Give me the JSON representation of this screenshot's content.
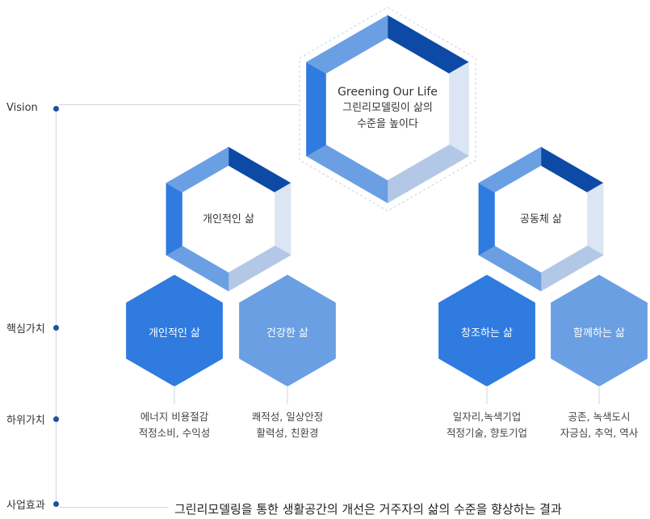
{
  "levels": {
    "vision": "Vision",
    "core": "핵심가치",
    "sub": "하위가치",
    "effect": "사업효과"
  },
  "vision": {
    "line1": "Greening Our Life",
    "line2": "그린리모델링이 삶의",
    "line3": "수준을 높이다"
  },
  "categories": {
    "personal": "개인적인 삶",
    "community": "공동체 삶"
  },
  "core_values": [
    {
      "label": "개인적인 삶",
      "sub1": "에너지 비용절감",
      "sub2": "적정소비, 수익성"
    },
    {
      "label": "건강한 삶",
      "sub1": "쾌적성, 일상안정",
      "sub2": "활력성, 친환경"
    },
    {
      "label": "창조하는 삶",
      "sub1": "일자리,녹색기업",
      "sub2": "적정기술, 향토기업"
    },
    {
      "label": "함께하는 삶",
      "sub1": "공존, 녹색도시",
      "sub2": "자긍심, 추억, 역사"
    }
  ],
  "result": "그린리모델링을 통한 생활공간의 개선은 거주자의 삶의 수준을 향상하는 결과",
  "colors": {
    "dark_blue": "#0d4aa5",
    "blue": "#2f7be0",
    "mid_blue": "#6b9fe3",
    "light_blue": "#b3c8e6",
    "pale_blue": "#dbe5f3",
    "line": "#cfd6df",
    "dot": "#1f4f9e"
  }
}
